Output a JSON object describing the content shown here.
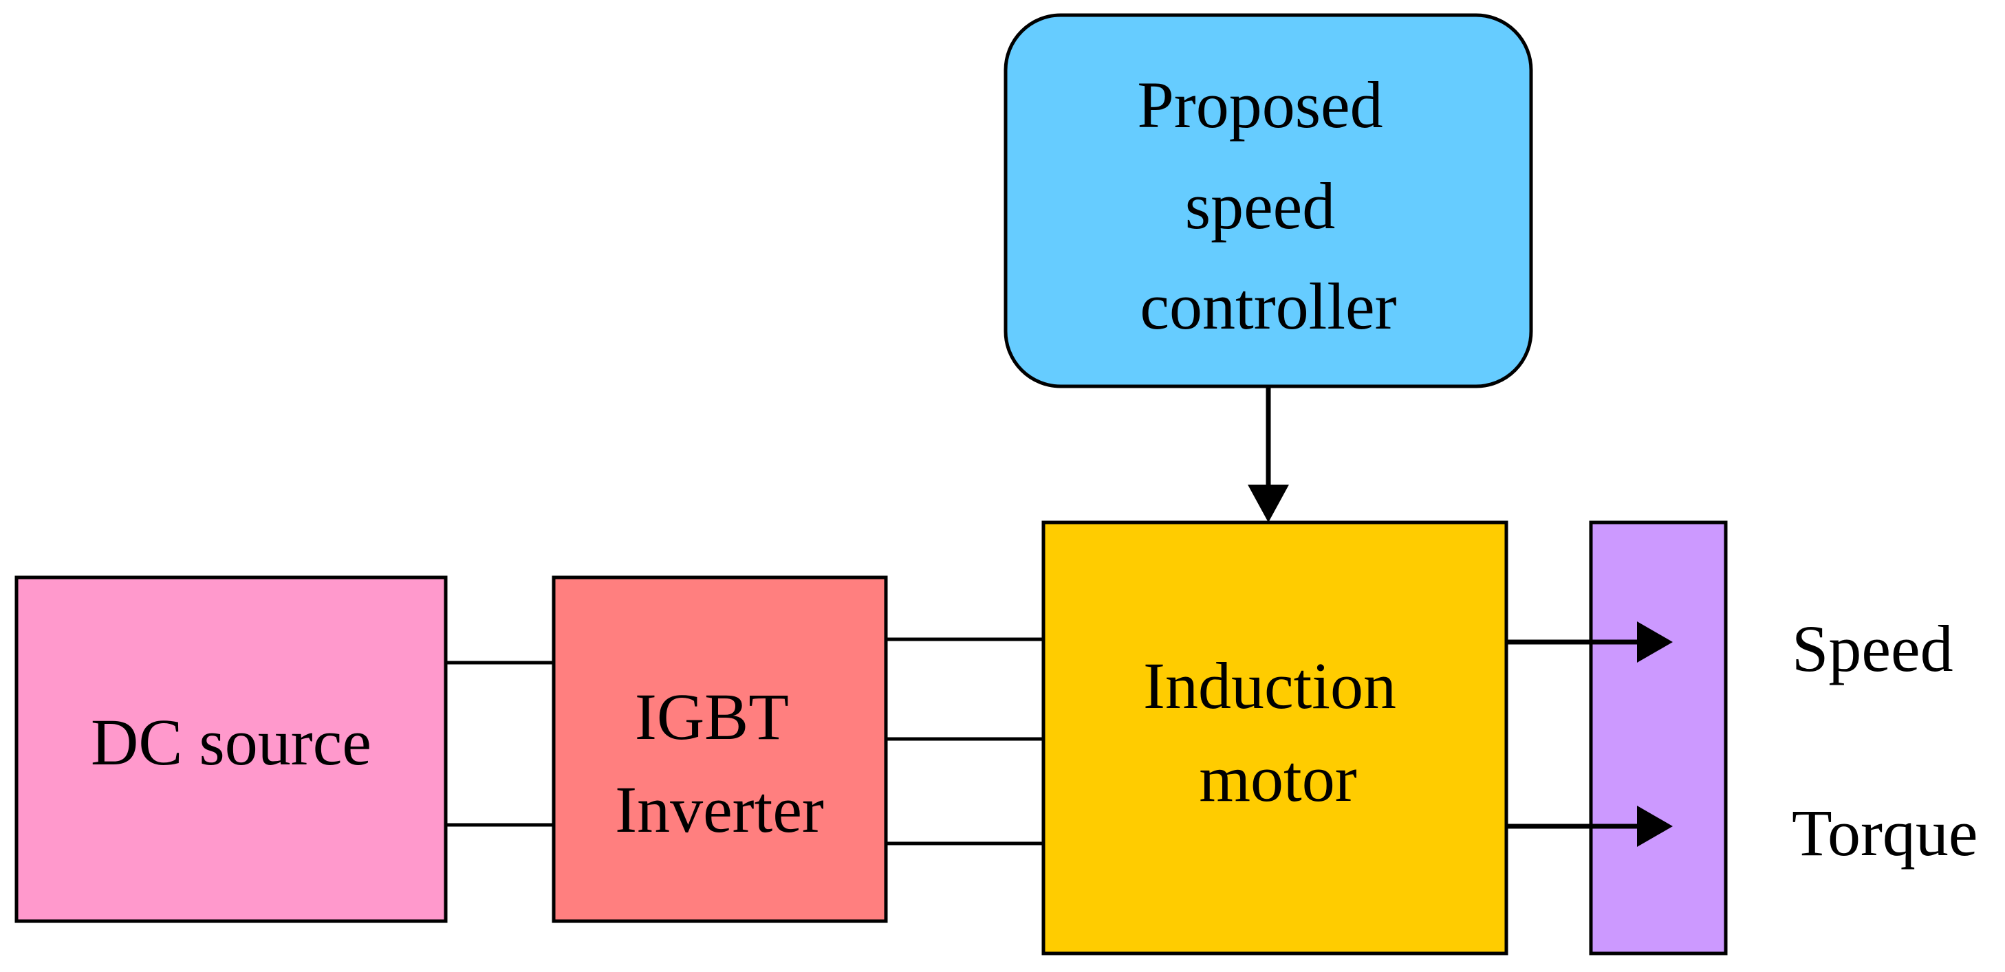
{
  "blocks": {
    "controller": {
      "lines": [
        "Proposed",
        "speed",
        "controller"
      ],
      "color": "#66ccff"
    },
    "dc_source": {
      "lines": [
        "DC source"
      ],
      "color": "#ff99cc"
    },
    "inverter": {
      "lines": [
        "IGBT",
        "Inverter"
      ],
      "color": "#ff7f7f"
    },
    "motor": {
      "lines": [
        "Induction",
        "motor"
      ],
      "color": "#ffcc00"
    },
    "output": {
      "lines": [],
      "color": "#cc99ff"
    }
  },
  "outputs": {
    "speed": "Speed",
    "torque": "Torque"
  }
}
